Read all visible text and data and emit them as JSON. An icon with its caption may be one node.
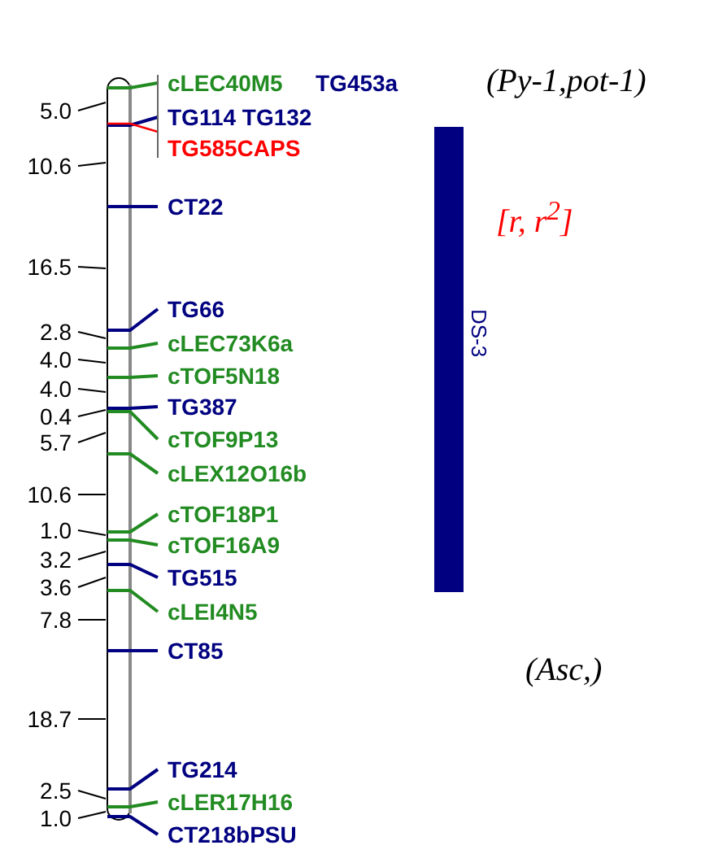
{
  "diagram": {
    "labels": [
      "5.0",
      "10.6",
      "16.5",
      "2.8",
      "4.0",
      "4.0",
      "0.4",
      "5.7",
      "10.6",
      "1.0",
      "3.2",
      "3.6",
      "7.8",
      "18.7",
      "2.5",
      "1.0",
      "cLEC40M5",
      "TG453a",
      "TG114 TG132",
      "TG585CAPS",
      "CT22",
      "TG66",
      "cLEC73K6a",
      "cTOF5N18",
      "TG387",
      "cTOF9P13",
      "cLEX12O16b",
      "cTOF18P1",
      "cTOF16A9",
      "TG515",
      "cLEI4N5",
      "CT85",
      "TG214",
      "cLER17H16",
      "CT218bPSU",
      "(Py-1,pot-1)",
      "[r, r$^{2}$]",
      "(Asc,)"
    ],
    "nodes": [
      {
        "text": [],
        "shape": "bar",
        "beside": [
          "DS-3"
        ]
      }
    ]
  }
}
